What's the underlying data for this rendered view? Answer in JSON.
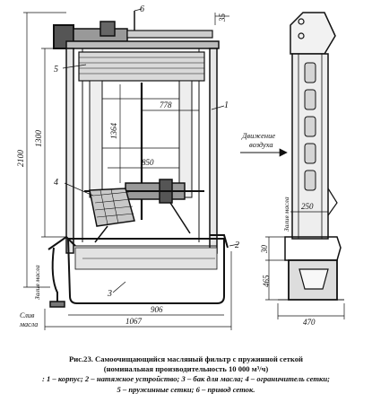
{
  "figure": {
    "callouts": {
      "n1": "1",
      "n2": "2",
      "n3": "3",
      "n4": "4",
      "n5": "5",
      "n6": "6"
    },
    "dims": {
      "d35": "35",
      "d778": "778",
      "d1300": "1300",
      "d1364": "1364",
      "d2100": "2100",
      "d850": "850",
      "d906": "906",
      "d1067": "1067",
      "d250": "250",
      "d30": "30",
      "d465": "465",
      "d470": "470"
    },
    "labels": {
      "air_line1": "Движение",
      "air_line2": "воздуха",
      "oil_fill_left": "Залив масла",
      "oil_fill_right": "Залив масла",
      "oil_drain_line1": "Слив",
      "oil_drain_line2": "масла"
    }
  },
  "caption": {
    "title": "Рис.23. Самоочищающийся масляный фильтр с пружинной сеткой",
    "subtitle": "(номинальная производительность 10 000 м³/ч)",
    "legend_line1": ": 1 – корпус; 2 – натяжное устройство; 3 – бак для масла; 4 – ограничитель сетки;",
    "legend_line2": "5 – пружинные сетки; 6 – привод сеток."
  }
}
